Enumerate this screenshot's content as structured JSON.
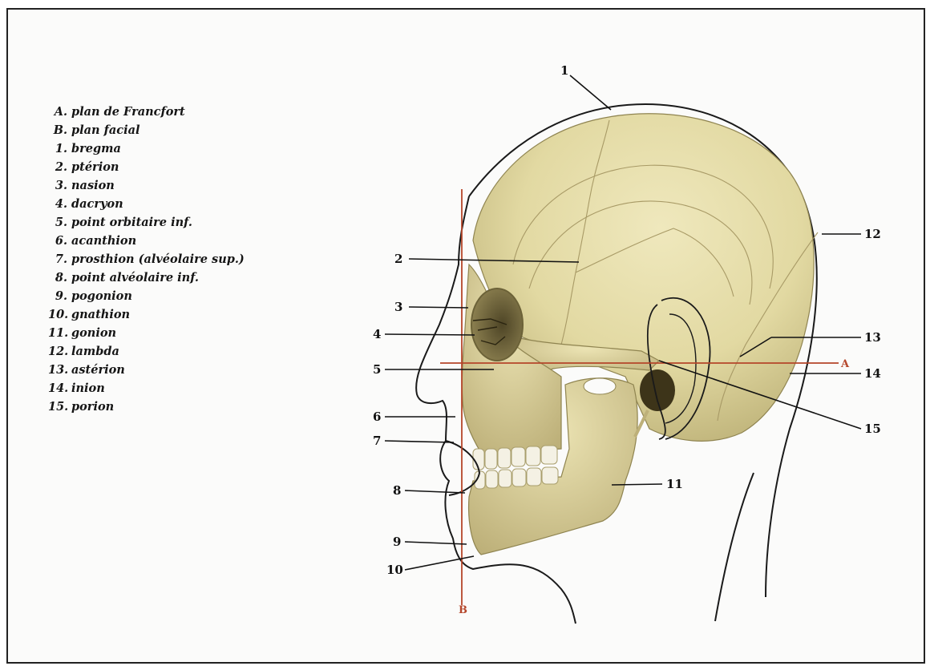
{
  "legend": [
    {
      "key": "A.",
      "label": "plan de Francfort"
    },
    {
      "key": "B.",
      "label": "plan facial"
    },
    {
      "key": "1.",
      "label": "bregma"
    },
    {
      "key": "2.",
      "label": "ptérion"
    },
    {
      "key": "3.",
      "label": "nasion"
    },
    {
      "key": "4.",
      "label": "dacryon"
    },
    {
      "key": "5.",
      "label": "point orbitaire inf."
    },
    {
      "key": "6.",
      "label": "acanthion"
    },
    {
      "key": "7.",
      "label": "prosthion (alvéolaire sup.)"
    },
    {
      "key": "8.",
      "label": "point alvéolaire inf."
    },
    {
      "key": "9.",
      "label": "pogonion"
    },
    {
      "key": "10.",
      "label": "gnathion"
    },
    {
      "key": "11.",
      "label": "gonion"
    },
    {
      "key": "12.",
      "label": "lambda"
    },
    {
      "key": "13.",
      "label": "astérion"
    },
    {
      "key": "14.",
      "label": "inion"
    },
    {
      "key": "15.",
      "label": "porion"
    }
  ],
  "callouts": {
    "n1": "1",
    "n2": "2",
    "n3": "3",
    "n4": "4",
    "n5": "5",
    "n6": "6",
    "n7": "7",
    "n8": "8",
    "n9": "9",
    "n10": "10",
    "n11": "11",
    "n12": "12",
    "n13": "13",
    "n14": "14",
    "n15": "15"
  },
  "planes": {
    "frankfort": "A",
    "facial": "B"
  },
  "colors": {
    "bone": "#e6deaa",
    "bone_shadow": "#b9ad74",
    "plane_line": "#b5462a",
    "teeth": "#f4f1e4"
  }
}
